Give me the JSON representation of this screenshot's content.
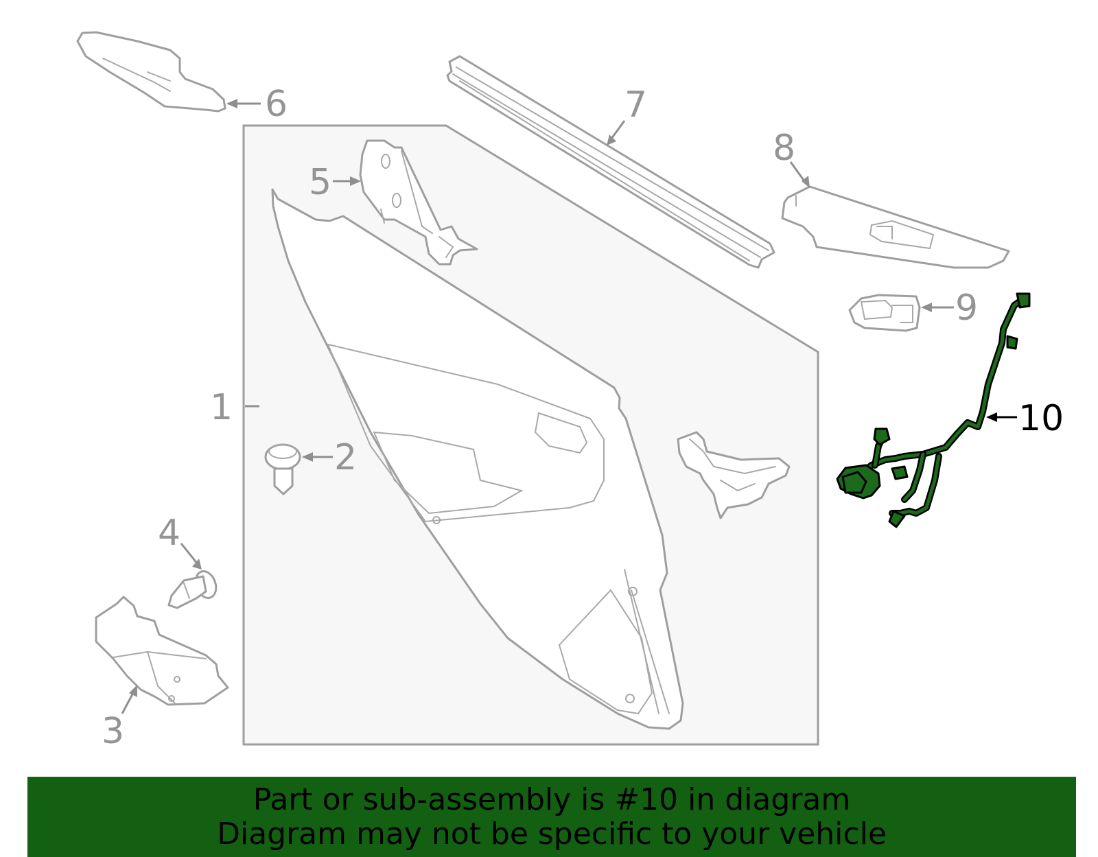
{
  "colors": {
    "highlight": "#1c6b1c",
    "banner": "#136012",
    "linework": "#9e9e9e",
    "panel": "#f7f7f7"
  },
  "callouts": {
    "c1": "1",
    "c2": "2",
    "c3": "3",
    "c4": "4",
    "c5": "5",
    "c6": "6",
    "c7": "7",
    "c8": "8",
    "c9": "9",
    "c10": "10"
  },
  "highlighted_part": "10",
  "banner": {
    "line1": "Part or sub-assembly is #10 in diagram",
    "line2": "Diagram may not be specific to your vehicle"
  }
}
